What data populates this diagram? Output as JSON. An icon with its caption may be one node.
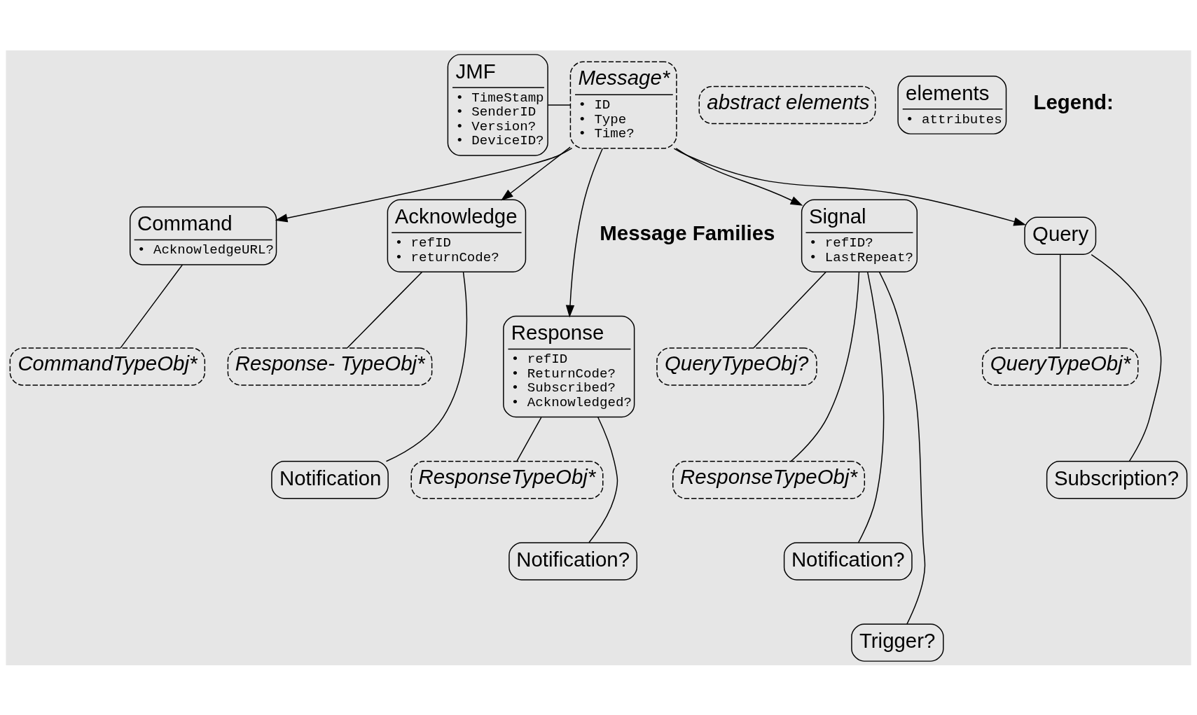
{
  "diagram": {
    "nodes": [
      {
        "text": [
          "JMF",
          "• TimeStamp",
          "• SenderID",
          "• Version?",
          "• DeviceID?"
        ]
      },
      {
        "text": [
          "Message*",
          "• ID",
          "• Type",
          "• Time?"
        ]
      },
      {
        "text": [
          "Command",
          "• AcknowledgeURL?"
        ]
      },
      {
        "text": [
          "CommandTypeObj*"
        ]
      },
      {
        "text": [
          "Acknowledge",
          "• refID",
          "• returnCode?"
        ]
      },
      {
        "text": [
          "Response- TypeObj*"
        ]
      },
      {
        "text": [
          "Notification"
        ]
      },
      {
        "text": [
          "Response",
          "• refID",
          "• ReturnCode?",
          "• Subscribed?",
          "• Acknowledged?"
        ]
      },
      {
        "text": [
          "ResponseTypeObj*"
        ]
      },
      {
        "text": [
          "Notification?"
        ]
      },
      {
        "text": [
          "Signal",
          "• refID?",
          "• LastRepeat?"
        ]
      },
      {
        "text": [
          "QueryTypeObj?"
        ]
      },
      {
        "text": [
          "ResponseTypeObj*"
        ]
      },
      {
        "text": [
          "Notification?"
        ]
      },
      {
        "text": [
          "Trigger?"
        ]
      },
      {
        "text": [
          "Query"
        ]
      },
      {
        "text": [
          "QueryTypeObj*"
        ]
      },
      {
        "text": [
          "Subscription?"
        ]
      },
      {
        "text": [
          "abstract elements"
        ]
      },
      {
        "text": [
          "elements",
          "• attributes"
        ]
      }
    ],
    "edges": [
      {
        "from": 0,
        "to": 1,
        "arrow": "none"
      },
      {
        "from": 1,
        "to": 2,
        "arrow": "to"
      },
      {
        "from": 1,
        "to": 4,
        "arrow": "to"
      },
      {
        "from": 1,
        "to": 7,
        "arrow": "to"
      },
      {
        "from": 1,
        "to": 10,
        "arrow": "to"
      },
      {
        "from": 1,
        "to": 15,
        "arrow": "to"
      },
      {
        "from": 2,
        "to": 3,
        "arrow": "none"
      },
      {
        "from": 4,
        "to": 5,
        "arrow": "none"
      },
      {
        "from": 4,
        "to": 6,
        "arrow": "none"
      },
      {
        "from": 7,
        "to": 8,
        "arrow": "none"
      },
      {
        "from": 7,
        "to": 9,
        "arrow": "none"
      },
      {
        "from": 10,
        "to": 11,
        "arrow": "none"
      },
      {
        "from": 10,
        "to": 12,
        "arrow": "none"
      },
      {
        "from": 10,
        "to": 13,
        "arrow": "none"
      },
      {
        "from": 10,
        "to": 14,
        "arrow": "none"
      },
      {
        "from": 15,
        "to": 16,
        "arrow": "none"
      },
      {
        "from": 15,
        "to": 17,
        "arrow": "none"
      }
    ],
    "labels": [
      "Legend:",
      "Message Families"
    ]
  }
}
